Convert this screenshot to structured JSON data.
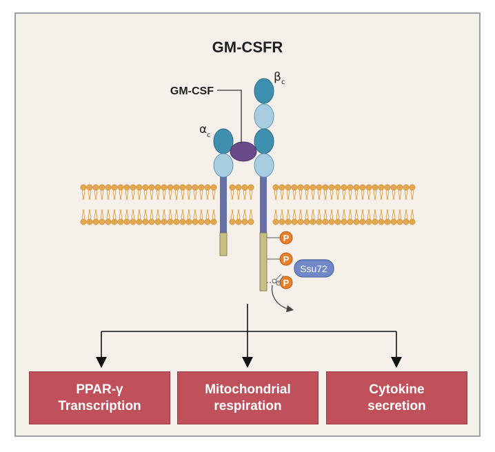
{
  "title": "GM-CSFR",
  "labels": {
    "ligand": "GM-CSF",
    "alpha": "α",
    "alpha_sub": "c",
    "beta": "β",
    "beta_sub": "c",
    "phospho": "P",
    "phosphatase": "Ssu72"
  },
  "outcomes": [
    {
      "line1": "PPAR-γ",
      "line2": "Transcription"
    },
    {
      "line1": "Mitochondrial",
      "line2": "respiration"
    },
    {
      "line1": "Cytokine",
      "line2": "secretion"
    }
  ],
  "colors": {
    "background": "#f6f0ea",
    "domain_dark": "#3f8fae",
    "domain_light": "#a8cde0",
    "ligand": "#6b4a8c",
    "lipid_head": "#e3a74e",
    "tm_segment": "#6670a3",
    "cyto_tail": "#c8bf86",
    "phosphate": "#ea7f2a",
    "ssu72": "#6f88c8",
    "outcome_box": "#c0505a"
  }
}
